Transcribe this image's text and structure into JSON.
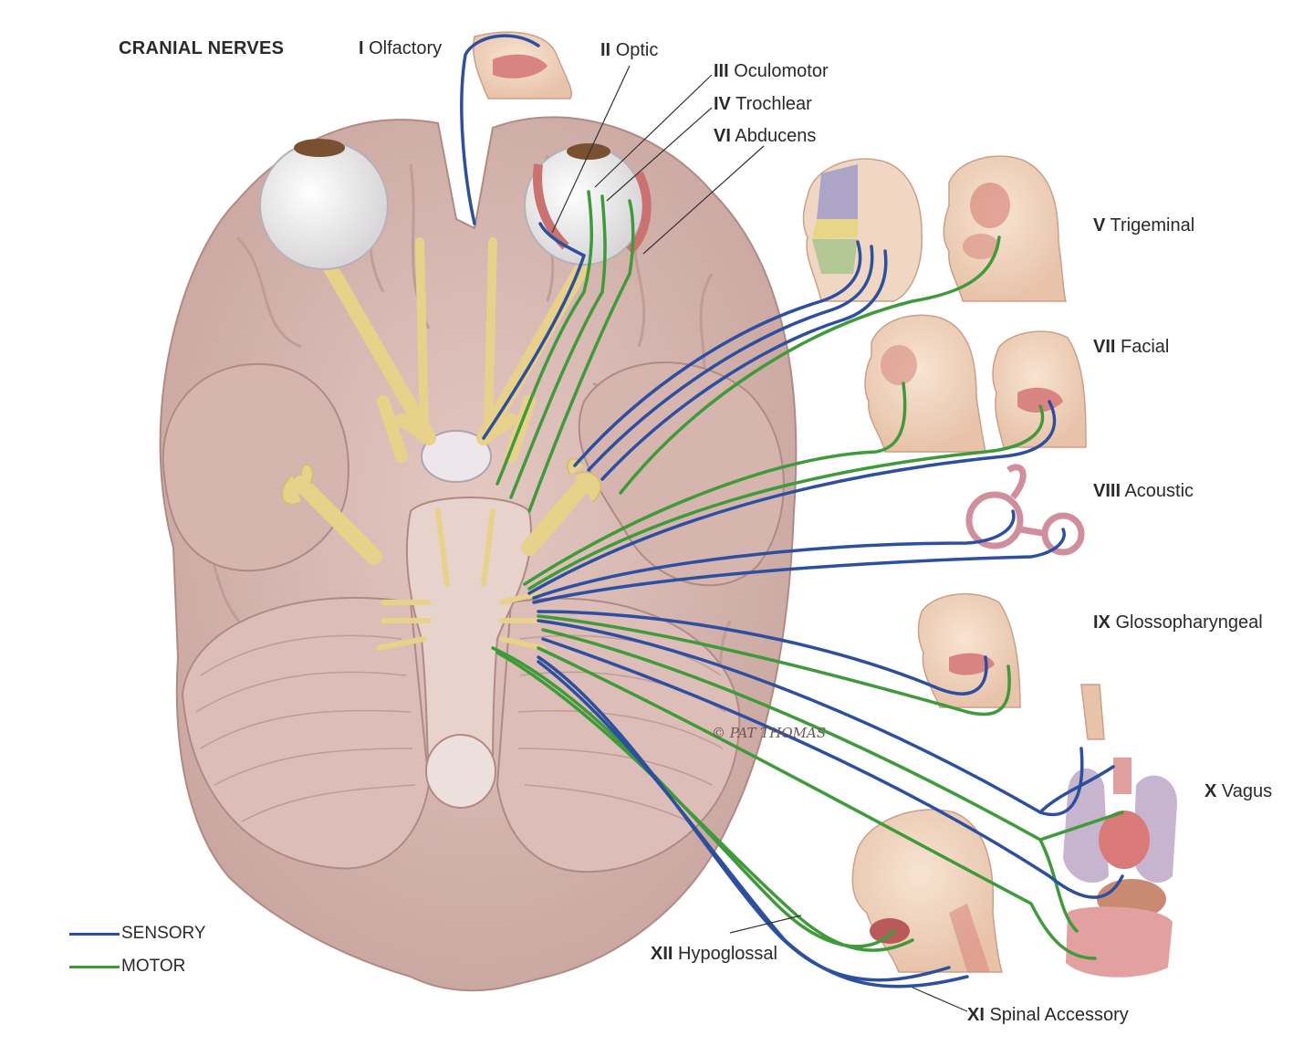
{
  "title": "CRANIAL NERVES",
  "nerves": [
    {
      "numeral": "I",
      "name": "Olfactory"
    },
    {
      "numeral": "II",
      "name": "Optic"
    },
    {
      "numeral": "III",
      "name": "Oculomotor"
    },
    {
      "numeral": "IV",
      "name": "Trochlear"
    },
    {
      "numeral": "VI",
      "name": "Abducens"
    },
    {
      "numeral": "V",
      "name": "Trigeminal"
    },
    {
      "numeral": "VII",
      "name": "Facial"
    },
    {
      "numeral": "VIII",
      "name": "Acoustic"
    },
    {
      "numeral": "IX",
      "name": "Glossopharyngeal"
    },
    {
      "numeral": "X",
      "name": "Vagus"
    },
    {
      "numeral": "XII",
      "name": "Hypoglossal"
    },
    {
      "numeral": "XI",
      "name": "Spinal Accessory"
    }
  ],
  "legend": {
    "sensory": {
      "label": "SENSORY",
      "color": "#2d4fa0"
    },
    "motor": {
      "label": "MOTOR",
      "color": "#3f9a3a"
    }
  },
  "signature": "© PAT THOMAS",
  "colors": {
    "brain": "#d9b9b3",
    "brain_shadow": "#b8948e",
    "nerve_yellow": "#f0dc9a",
    "skin": "#f3d9c4"
  }
}
